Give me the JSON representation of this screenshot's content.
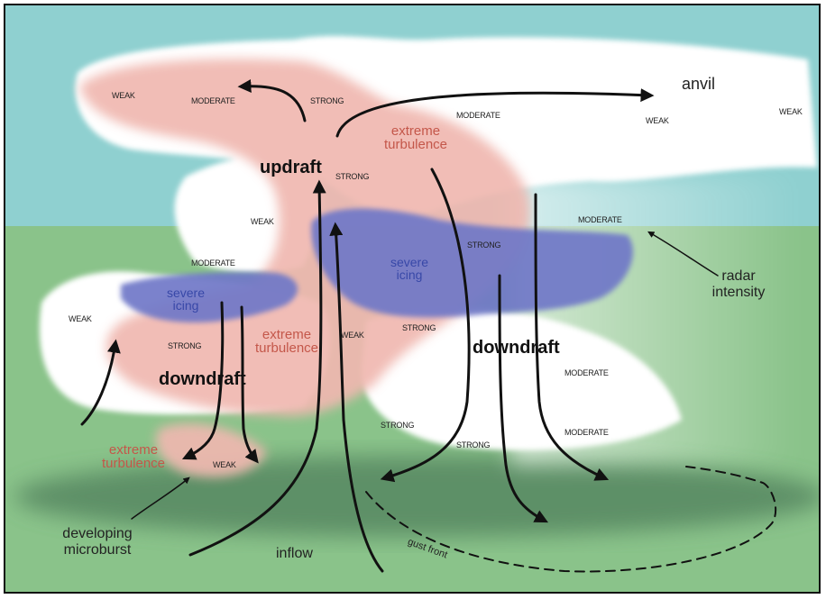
{
  "labels": {
    "anvil": "anvil",
    "updraft": "updraft",
    "downdraft_left": "downdraft",
    "downdraft_right": "downdraft",
    "inflow": "inflow",
    "gust_front": "gust front",
    "radar_intensity": "radar intensity",
    "developing_microburst": "developing microburst",
    "extreme_turbulence_top": "extreme turbulence",
    "extreme_turbulence_mid": "extreme turbulence",
    "extreme_turbulence_low": "extreme turbulence",
    "severe_icing_left": "severe icing",
    "severe_icing_right": "severe icing"
  },
  "intensity": {
    "weak_1": "WEAK",
    "moderate_1": "MODERATE",
    "strong_1": "STRONG",
    "moderate_2": "MODERATE",
    "weak_2": "WEAK",
    "weak_3": "WEAK",
    "strong_2": "STRONG",
    "weak_4": "WEAK",
    "moderate_3": "MODERATE",
    "strong_3": "STRONG",
    "moderate_4": "MODERATE",
    "weak_5": "WEAK",
    "strong_4": "STRONG",
    "weak_6": "WEAK",
    "strong_5": "STRONG",
    "moderate_5": "MODERATE",
    "strong_6": "STRONG",
    "moderate_6": "MODERATE",
    "strong_7": "STRONG",
    "weak_7": "WEAK"
  },
  "colors": {
    "sky": "#8fd0d0",
    "ground": "#8ac38a",
    "cloud": "#ffffff",
    "turbulence": "#f0b8b0",
    "icing": "#6f78c8",
    "ground_shadow": "#4f7f5c",
    "arrow": "#111111",
    "turbulence_text": "#c4574a",
    "icing_text": "#3848a8"
  }
}
